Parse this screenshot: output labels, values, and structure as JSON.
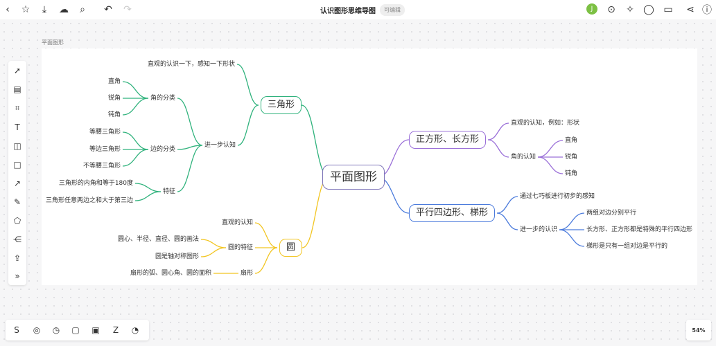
{
  "header": {
    "title": "认识图形思维导图",
    "badge": "可编辑",
    "avatar": "J"
  },
  "colors": {
    "triangle": "#2fb27c",
    "circle": "#f2c521",
    "square": "#9a6fd8",
    "parallelogram": "#4b7bdc",
    "root": "#7d74b8"
  },
  "frame_label": "平面图形",
  "mindmap": {
    "root": "平面图形",
    "triangle": {
      "label": "三角形",
      "intuitive": "直观的认识一下，感知一下形状",
      "further": "进一步认知",
      "angle_class": "角的分类",
      "angles": [
        "直角",
        "锐角",
        "钝角"
      ],
      "side_class": "边的分类",
      "sides": [
        "等腰三角形",
        "等边三角形",
        "不等腰三角形"
      ],
      "features": "特征",
      "feature_items": [
        "三角形的内角和等于180度",
        "三角形任意两边之和大于第三边"
      ]
    },
    "circle": {
      "label": "圆",
      "intuitive": "直观的认知",
      "features": "圆的特征",
      "feature_items": [
        "圆心、半径、直径、圆的画法",
        "圆是轴对称图形"
      ],
      "sector": "扇形",
      "sector_item": "扇形的弧、圆心角、圆的面积"
    },
    "square": {
      "label": "正方形、长方形",
      "intuitive": "直观的认知，例如：形状",
      "angle": "角的认知",
      "angles": [
        "直角",
        "锐角",
        "钝角"
      ]
    },
    "parallelogram": {
      "label": "平行四边形、梯形",
      "tangram": "通过七巧板进行初步的感知",
      "further": "进一步的认识",
      "items": [
        "两组对边分别平行",
        "长方形、正方形都是特殊的平行四边形",
        "梯形是只有一组对边是平行的"
      ]
    }
  },
  "zoom": "54%"
}
